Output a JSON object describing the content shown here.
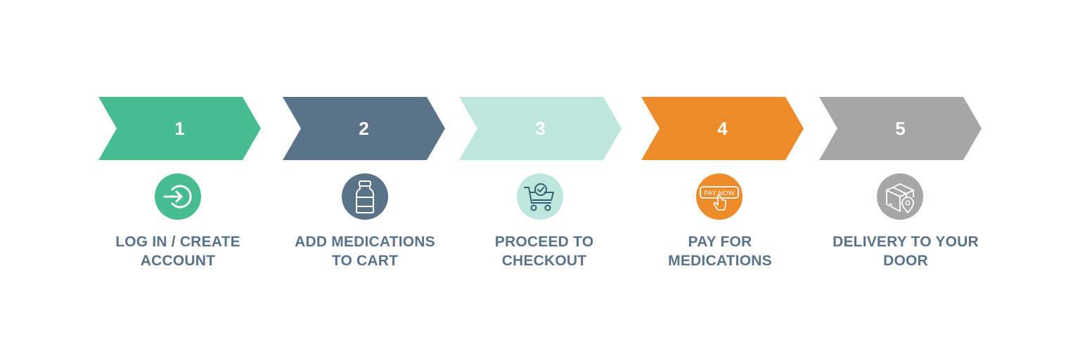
{
  "diagram": {
    "type": "process-flow",
    "title": "",
    "steps": [
      {
        "number": "1",
        "label_line1": "LOG IN / CREATE",
        "label_line2": "ACCOUNT",
        "icon": "login-icon",
        "color": "#47bd8f"
      },
      {
        "number": "2",
        "label_line1": "ADD MEDICATIONS",
        "label_line2": "TO CART",
        "icon": "medicine-bottle-icon",
        "color": "#5a7389"
      },
      {
        "number": "3",
        "label_line1": "PROCEED TO",
        "label_line2": "CHECKOUT",
        "icon": "cart-check-icon",
        "color": "#bde6dc"
      },
      {
        "number": "4",
        "label_line1": "PAY FOR",
        "label_line2": "MEDICATIONS",
        "icon": "pay-now-icon",
        "icon_text": "PAY NOW",
        "color": "#ed8b2a"
      },
      {
        "number": "5",
        "label_line1": "DELIVERY TO YOUR",
        "label_line2": "DOOR",
        "icon": "package-location-icon",
        "color": "#a6a6a6"
      }
    ],
    "label_color": "#5a7389",
    "number_color": "#ffffff"
  }
}
